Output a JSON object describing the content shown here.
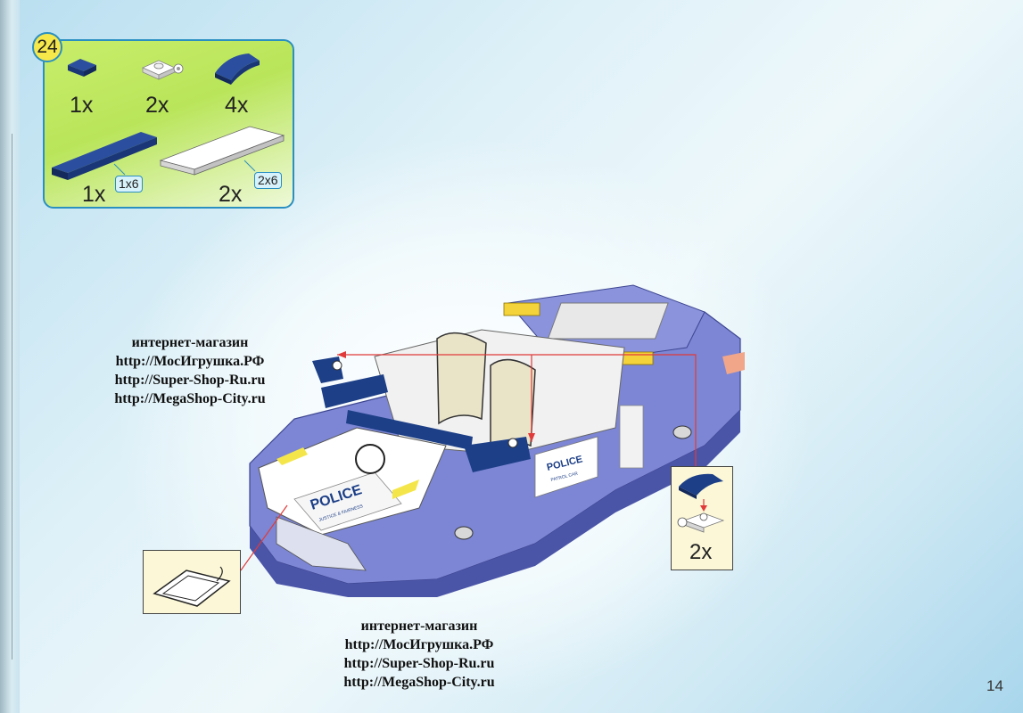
{
  "step": {
    "number": "24"
  },
  "parts": [
    {
      "qty": "1x",
      "name": "plate-1x1-dark-blue"
    },
    {
      "qty": "2x",
      "name": "plate-clip-white"
    },
    {
      "qty": "4x",
      "name": "curved-slope-dark-blue"
    },
    {
      "qty": "1x",
      "name": "tile-1x6-dark-blue",
      "size": "1x6"
    },
    {
      "qty": "2x",
      "name": "tile-2x6-white",
      "size": "2x6"
    }
  ],
  "subassembly": {
    "qty": "2x"
  },
  "car_stickers": {
    "hood_text": "POLICE",
    "hood_subtext": "JUSTICE & FAIRNESS",
    "door_text": "POLICE",
    "door_subtext": "PATROL CAR"
  },
  "watermarks": [
    {
      "lines": [
        "интернет-магазин",
        "http://МосИгрушка.РФ",
        "http://Super-Shop-Ru.ru",
        "http://MegaShop-City.ru"
      ]
    },
    {
      "lines": [
        "интернет-магазин",
        "http://МосИгрушка.РФ",
        "http://Super-Shop-Ru.ru",
        "http://MegaShop-City.ru"
      ]
    }
  ],
  "page_number": "14",
  "colors": {
    "panel_border": "#2a8fc1",
    "panel_green": "#b9e55a",
    "car_blue": "#7c86d4",
    "dark_blue": "#1d3f87",
    "callout_red": "#e03a3a"
  }
}
